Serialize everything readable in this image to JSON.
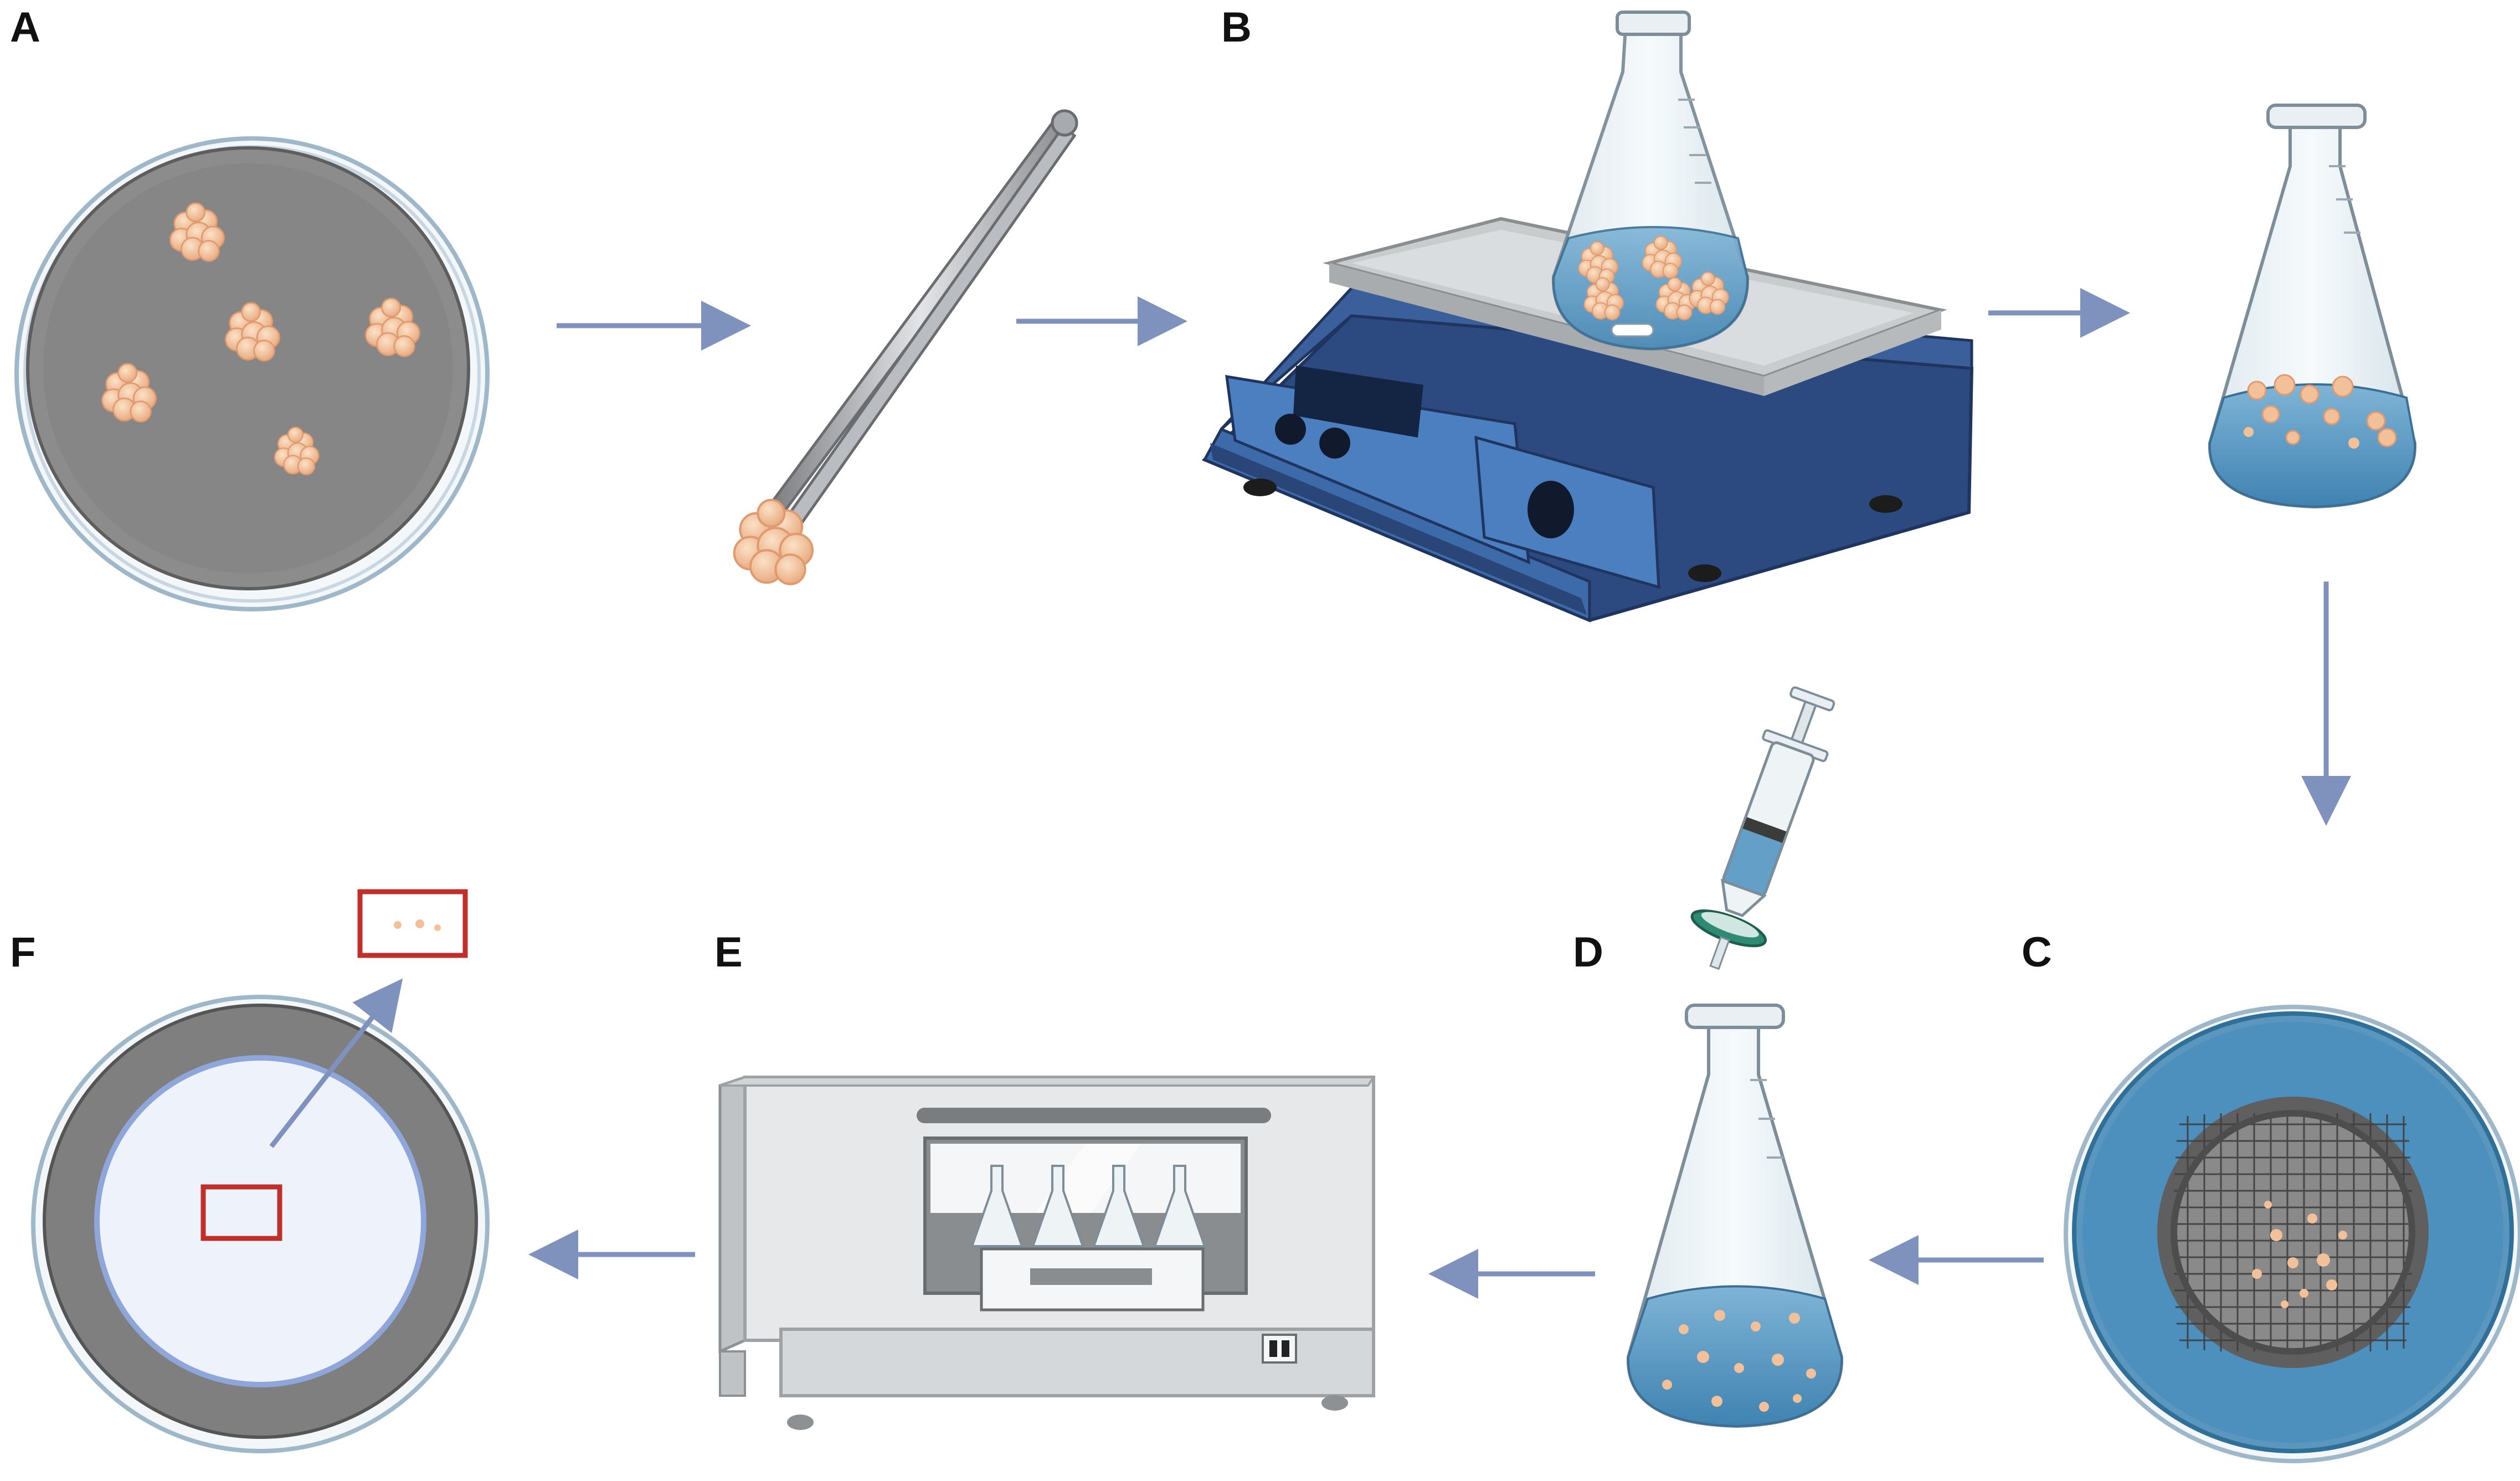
{
  "panels": {
    "a": "A",
    "b": "B",
    "c": "C",
    "d": "D",
    "e": "E",
    "f": "F"
  },
  "colors": {
    "arrow": "#7f92bd",
    "callout": "#c0302a",
    "tissue": "#f2c19a",
    "medium": "#4a8fbd",
    "device": "#2f4f8a"
  }
}
